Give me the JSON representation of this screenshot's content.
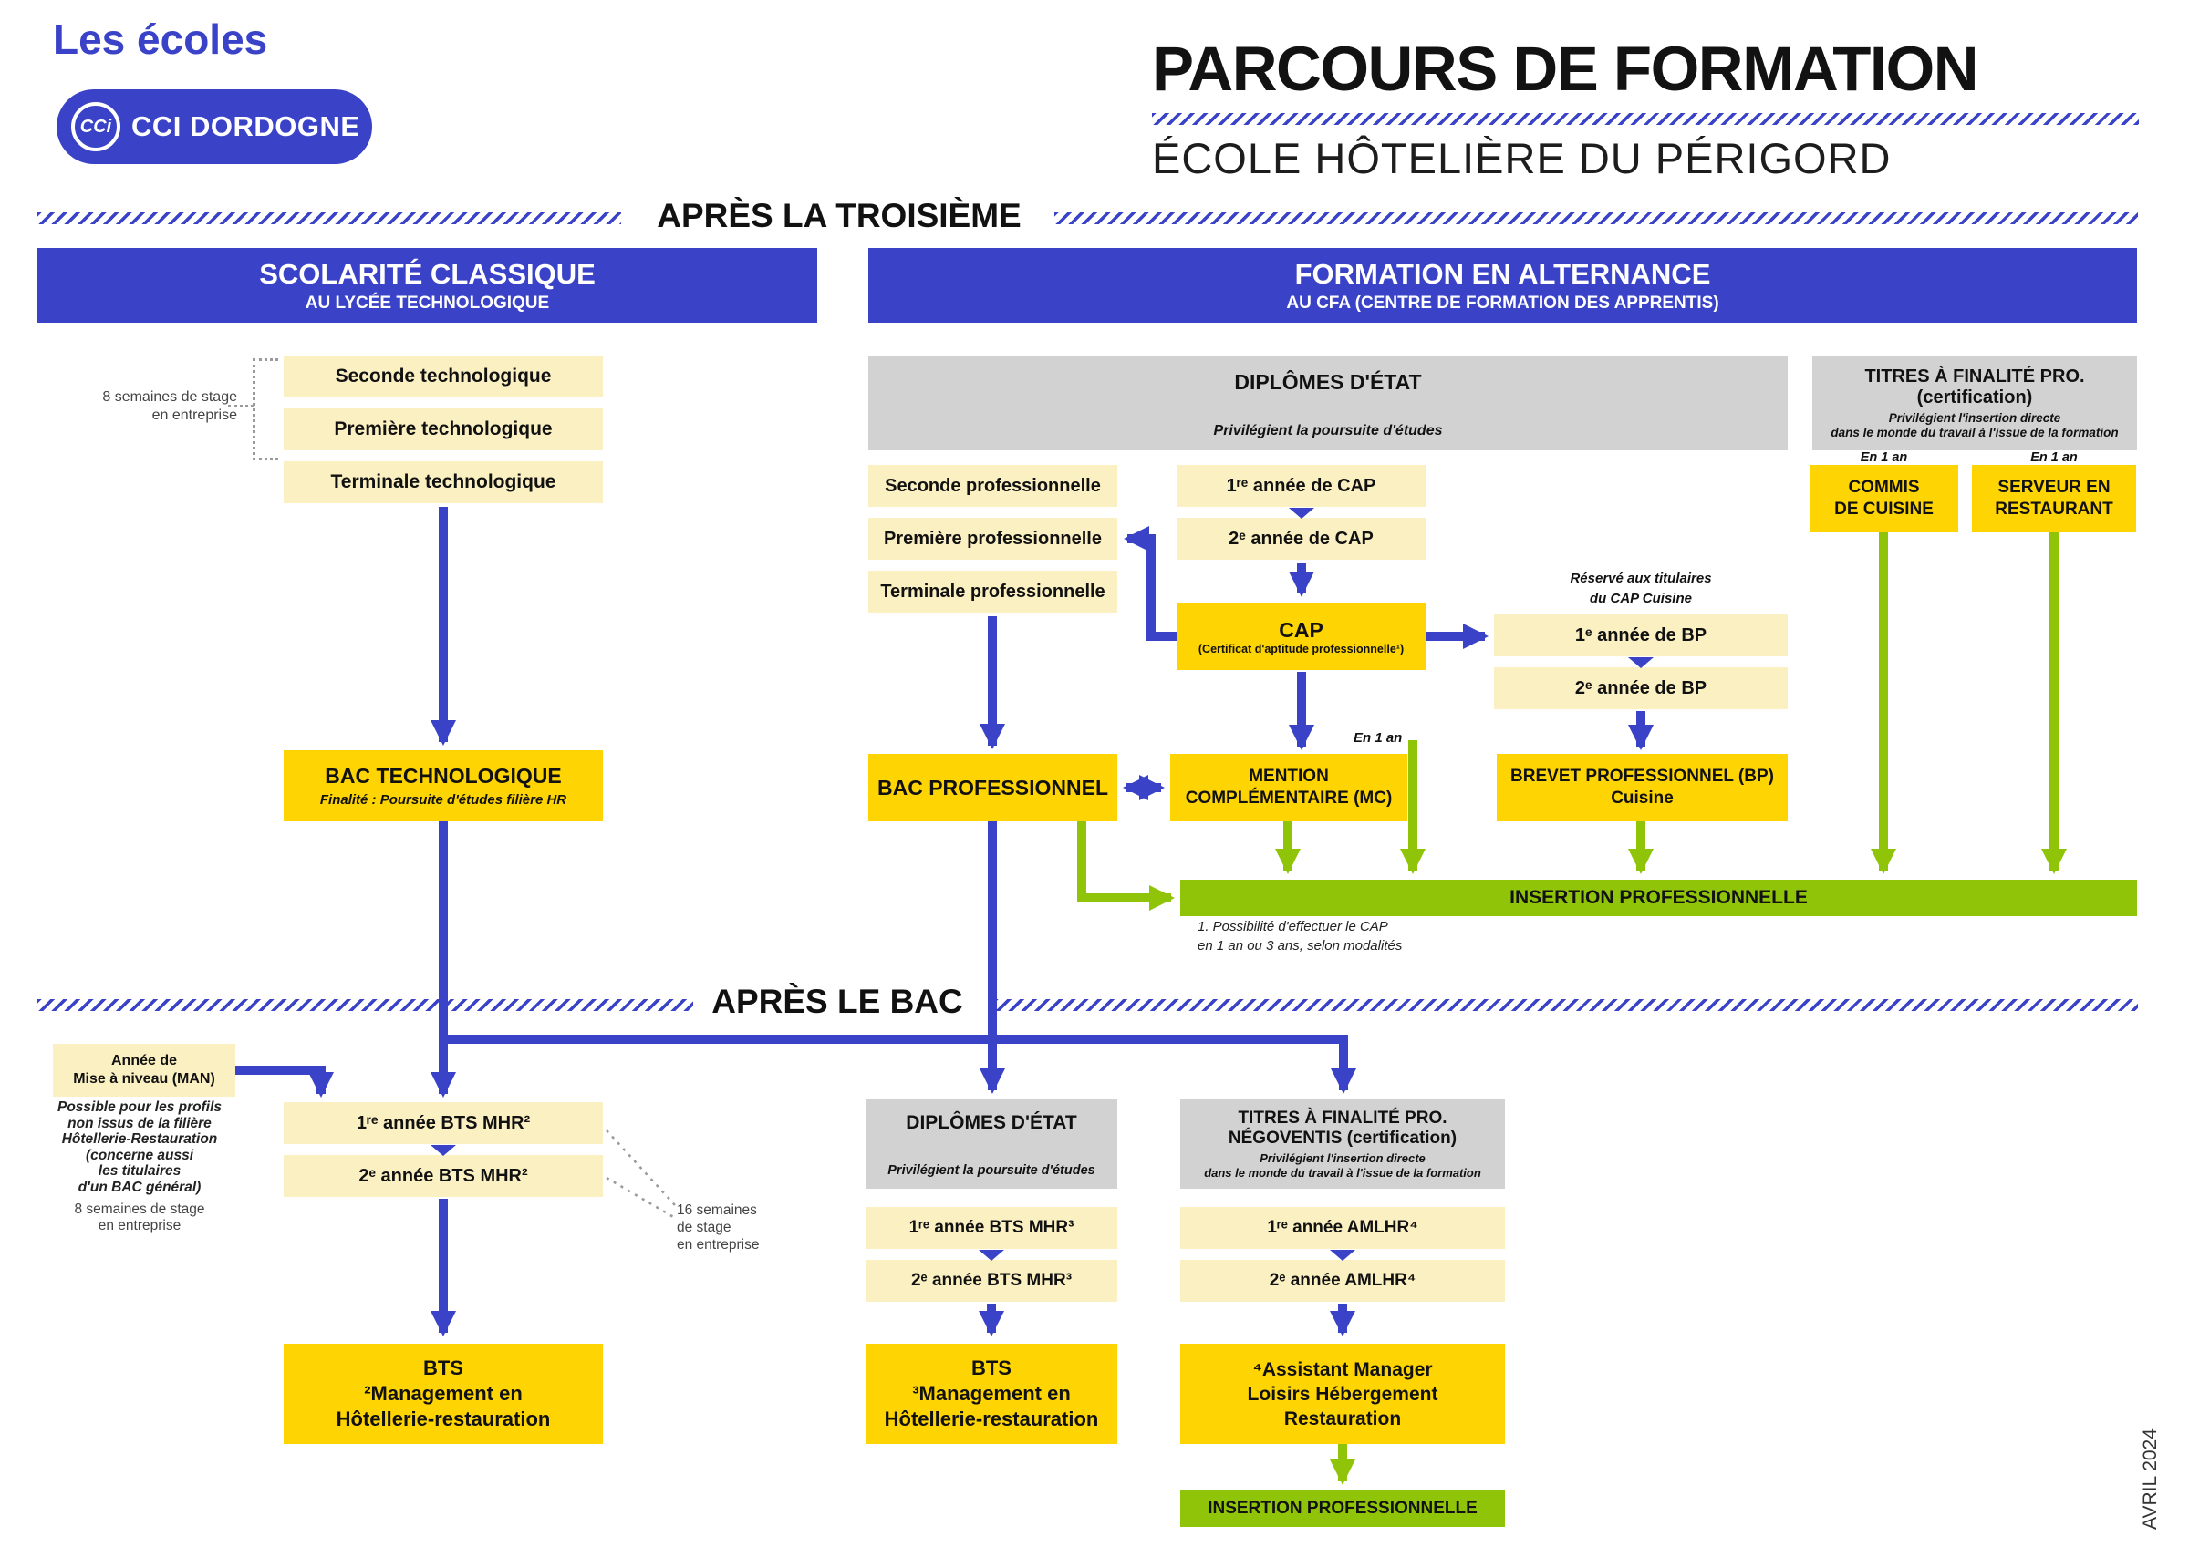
{
  "header": {
    "brand": "Les écoles",
    "logo_circle": "CCi",
    "logo_label": "CCI DORDOGNE",
    "title": "PARCOURS DE FORMATION",
    "subtitle": "ÉCOLE HÔTELIÈRE DU PÉRIGORD"
  },
  "side_note": "AVRIL 2024",
  "sections": {
    "troisieme_label": "APRÈS LA TROISIÈME",
    "bac_label": "APRÈS LE BAC"
  },
  "tracks": {
    "classique_title": "SCOLARITÉ CLASSIQUE",
    "classique_subtitle": "AU LYCÉE TECHNOLOGIQUE",
    "alternance_title": "FORMATION EN ALTERNANCE",
    "alternance_subtitle": "AU CFA (CENTRE DE FORMATION DES APPRENTIS)"
  },
  "t3": {
    "stage_note": "8 semaines de stage\nen entreprise",
    "techno_steps": [
      "Seconde technologique",
      "Première technologique",
      "Terminale technologique"
    ],
    "bac_techno_title": "BAC TECHNOLOGIQUE",
    "bac_techno_sub": "Finalité : Poursuite d'études filière HR",
    "diplomes_title": "DIPLÔMES D'ÉTAT",
    "diplomes_sub": "Privilégient la poursuite d'études",
    "titres_title": "TITRES À FINALITÉ PRO.\n(certification)",
    "titres_sub": "Privilégient l'insertion directe\ndans le monde du travail à l'issue de la formation",
    "en1an_left": "En 1 an",
    "en1an_right": "En 1 an",
    "en1an_mc": "En 1 an",
    "pro_steps": [
      "Seconde professionnelle",
      "Première professionnelle",
      "Terminale professionnelle"
    ],
    "cap_steps": [
      "1ʳᵉ année de CAP",
      "2ᵉ année de CAP"
    ],
    "cap_title": "CAP",
    "cap_sub": "(Certificat d'aptitude professionnelle¹)",
    "bp_note": "Réservé aux titulaires\ndu CAP Cuisine",
    "bp_steps": [
      "1ᵉ année de BP",
      "2ᵉ année de BP"
    ],
    "bac_pro": "BAC PROFESSIONNEL",
    "mc": "MENTION\nCOMPLÉMENTAIRE (MC)",
    "bp_title": "BREVET PROFESSIONNEL (BP)\nCuisine",
    "commis": "COMMIS\nDE CUISINE",
    "serveur": "SERVEUR EN\nRESTAURANT",
    "insertion": "INSERTION PROFESSIONNELLE",
    "footnote": "1. Possibilité d'effectuer le CAP\nen 1 an ou 3 ans, selon modalités"
  },
  "bac": {
    "man_title": "Année de\nMise à niveau (MAN)",
    "man_note": "Possible pour les profils\nnon issus de la filière\nHôtellerie-Restauration\n(concerne aussi\nles titulaires\nd'un BAC général)",
    "man_stage": "8 semaines de stage\nen entreprise",
    "bts2_steps": [
      "1ʳᵉ année BTS MHR²",
      "2ᵉ année BTS MHR²"
    ],
    "stage16": "16 semaines\nde stage\nen entreprise",
    "bts2_title": "BTS\n²Management en\nHôtellerie-restauration",
    "diplomes_title": "DIPLÔMES D'ÉTAT",
    "diplomes_sub": "Privilégient la poursuite d'études",
    "bts3_steps": [
      "1ʳᵉ année BTS MHR³",
      "2ᵉ année BTS MHR³"
    ],
    "bts3_title": "BTS\n³Management en\nHôtellerie-restauration",
    "titres_title": "TITRES À FINALITÉ PRO.\nNÉGOVENTIS (certification)",
    "titres_sub": "Privilégient l'insertion directe\ndans le monde du travail à l'issue de la formation",
    "amlhr_steps": [
      "1ʳᵉ année AMLHR⁴",
      "2ᵉ année AMLHR⁴"
    ],
    "amlhr_title": "⁴Assistant Manager\nLoisirs Hébergement\nRestauration",
    "insertion": "INSERTION PROFESSIONNELLE"
  },
  "colors": {
    "blue": "#3a43c8",
    "yellow": "#ffd403",
    "cream": "#fbf0c2",
    "gray": "#d2d2d2",
    "green": "#90c408"
  }
}
